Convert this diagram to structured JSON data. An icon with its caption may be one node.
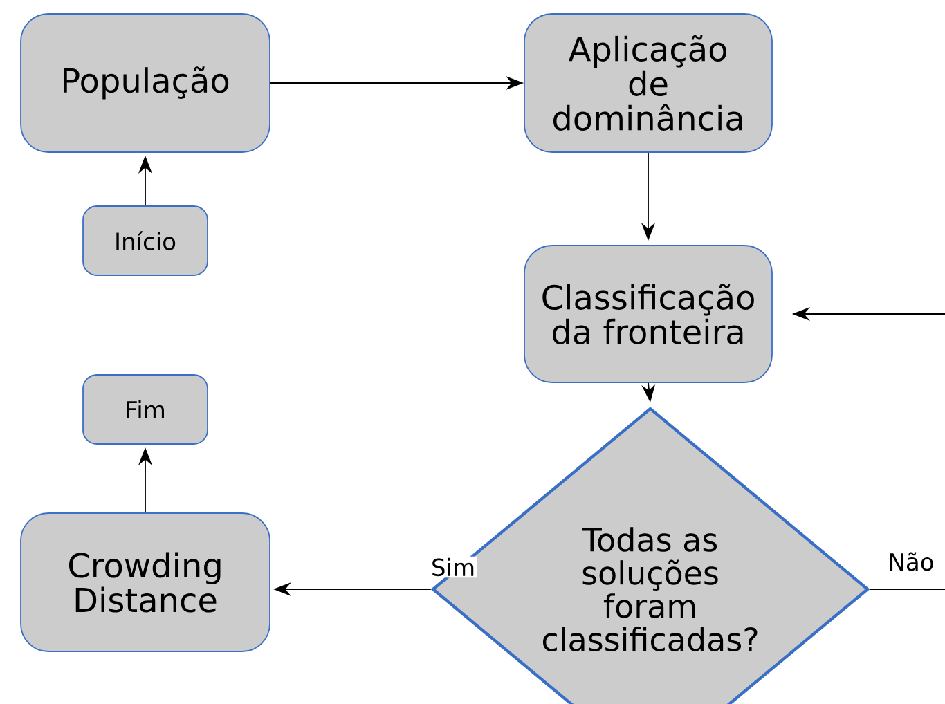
{
  "diagram": {
    "nodes": [
      {
        "text": [
          "População"
        ]
      },
      {
        "text": [
          "Aplicação de dominância"
        ]
      },
      {
        "text": [
          "Início"
        ]
      },
      {
        "text": [
          "Classificação da fronteira"
        ]
      },
      {
        "text": [
          "Fim"
        ]
      },
      {
        "text": [
          "Crowding Distance"
        ]
      },
      {
        "text": [
          "Todas as soluções foram classificadas?"
        ]
      }
    ],
    "edges": [
      {
        "from": 0,
        "to": 1,
        "arrow": "to"
      },
      {
        "from": 2,
        "to": 0,
        "arrow": "to"
      },
      {
        "from": 1,
        "to": 3,
        "arrow": "to"
      },
      {
        "from": 3,
        "to": 6,
        "arrow": "to"
      },
      {
        "from": 6,
        "to": 5,
        "arrow": "to",
        "label": "Sim"
      },
      {
        "from": 6,
        "to": 3,
        "arrow": "to",
        "label": "Não"
      },
      {
        "from": 5,
        "to": 4,
        "arrow": "to"
      }
    ]
  }
}
